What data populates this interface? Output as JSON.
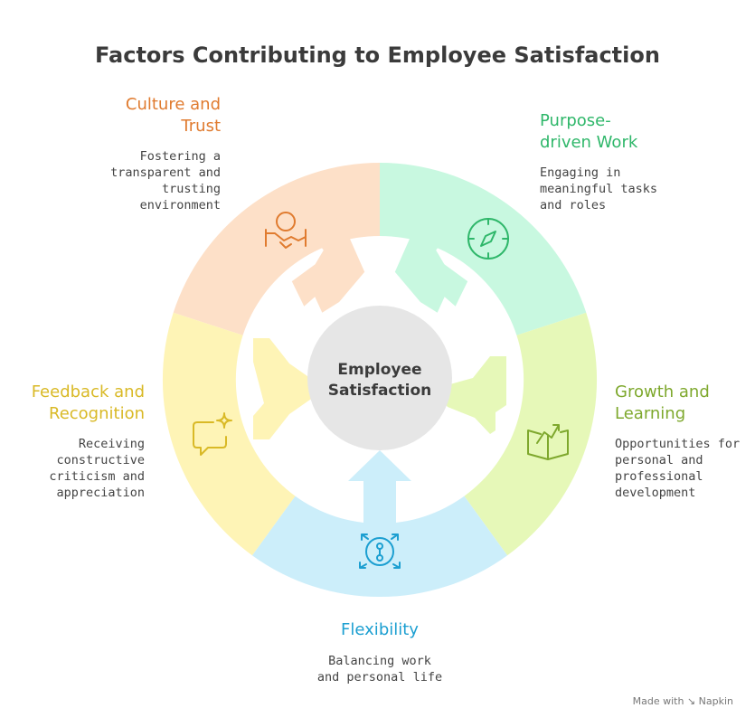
{
  "title": "Factors Contributing to Employee Satisfaction",
  "hub": {
    "line1": "Employee",
    "line2": "Satisfaction",
    "color": "#e6e6e6"
  },
  "factors": [
    {
      "id": "culture",
      "title_lines": [
        "Culture and",
        "Trust"
      ],
      "description_lines": [
        "Fostering a",
        "transparent and",
        "trusting",
        "environment"
      ],
      "fill": "#fde0c8",
      "accent": "#e07b2f",
      "icon": "handshake-icon"
    },
    {
      "id": "purpose",
      "title_lines": [
        "Purpose-",
        "driven Work"
      ],
      "description_lines": [
        "Engaging in",
        "meaningful tasks",
        "and roles"
      ],
      "fill": "#c8f8e0",
      "accent": "#2fb76a",
      "icon": "compass-icon"
    },
    {
      "id": "growth",
      "title_lines": [
        "Growth and",
        "Learning"
      ],
      "description_lines": [
        "Opportunities for",
        "personal and",
        "professional",
        "development"
      ],
      "fill": "#e6f8b8",
      "accent": "#7ea82d",
      "icon": "growth-book-icon"
    },
    {
      "id": "flexibility",
      "title_lines": [
        "Flexibility"
      ],
      "description_lines": [
        "Balancing work",
        "and personal life"
      ],
      "fill": "#cceefa",
      "accent": "#1c9fd1",
      "icon": "flexibility-arrows-icon"
    },
    {
      "id": "feedback",
      "title_lines": [
        "Feedback and",
        "Recognition"
      ],
      "description_lines": [
        "Receiving",
        "constructive",
        "criticism and",
        "appreciation"
      ],
      "fill": "#fef4b6",
      "accent": "#d9b926",
      "icon": "chat-sparkle-icon"
    }
  ],
  "watermark": "Made with ↘ Napkin"
}
